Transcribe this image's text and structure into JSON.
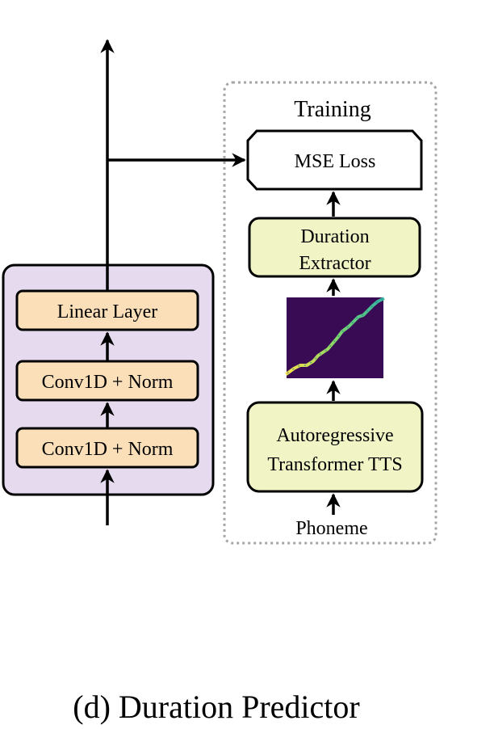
{
  "training": {
    "title": "Training",
    "loss_label": "MSE Loss",
    "extractor_label_line1": "Duration",
    "extractor_label_line2": "Extractor",
    "tts_label_line1": "Autoregressive",
    "tts_label_line2": "Transformer TTS",
    "input_label": "Phoneme"
  },
  "predictor": {
    "layers": [
      "Linear Layer",
      "Conv1D + Norm",
      "Conv1D + Norm"
    ]
  },
  "caption": "(d) Duration Predictor",
  "colors": {
    "predictor_bg": "#e6dbee",
    "layer_fill": "#fadfb9",
    "training_box_fill": "#f1f5c6",
    "alignment_bg": "#3a0b55",
    "alignment_line": "#c8e04a",
    "dashed_border": "#a6a6a6"
  }
}
